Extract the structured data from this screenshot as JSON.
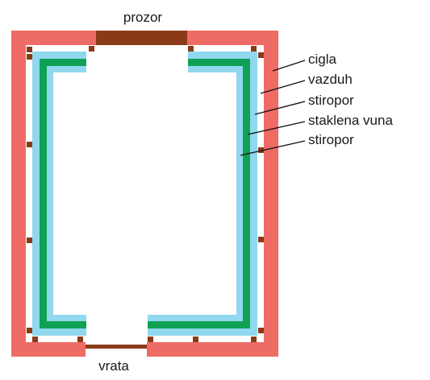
{
  "labels": {
    "window": "prozor",
    "door": "vrata",
    "brick": "cigla",
    "air": "vazduh",
    "foam_outer": "stiropor",
    "glass_wool": "staklena vuna",
    "foam_inner": "stiropor"
  },
  "colors": {
    "brick": "#ef6b66",
    "air": "#ffffff",
    "foam": "#8fd8ef",
    "glass_wool": "#10a155",
    "frame": "#8b3a18"
  }
}
